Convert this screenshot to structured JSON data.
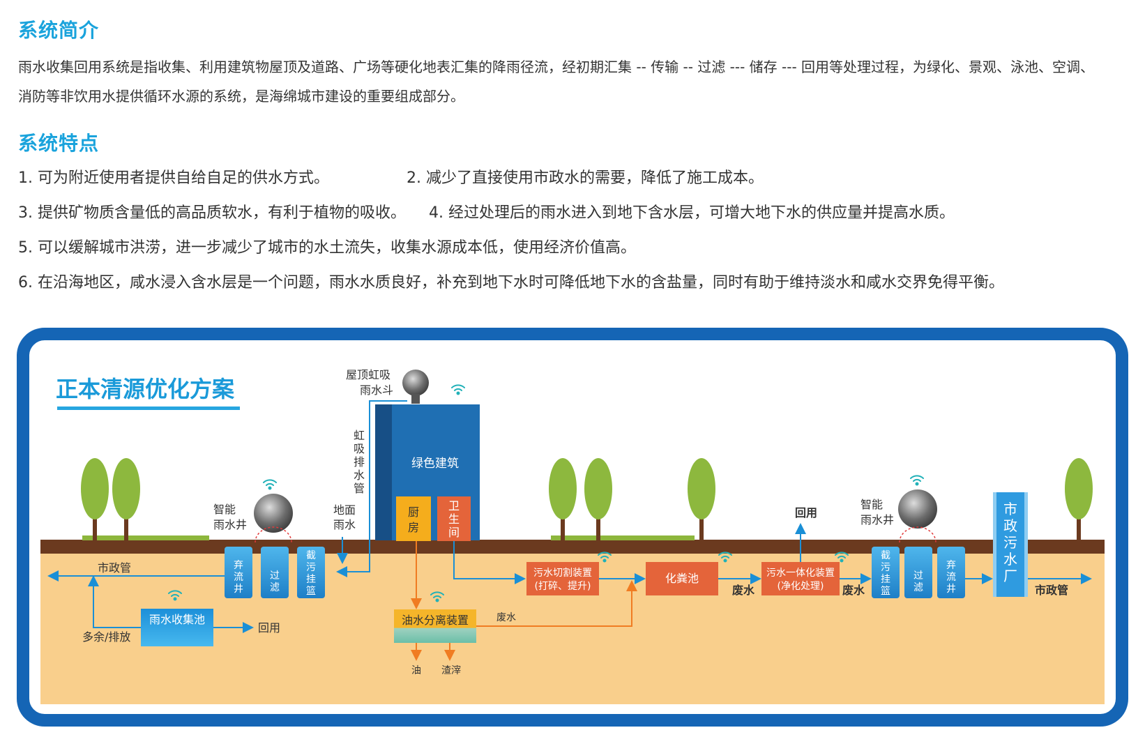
{
  "intro": {
    "heading": "系统简介",
    "line1": "雨水收集回用系统是指收集、利用建筑物屋顶及道路、广场等硬化地表汇集的降雨径流，经初期汇集 -- 传输 -- 过滤 --- 储存 --- 回用等处理过程，为绿化、景观、泳池、空调、",
    "line2": "消防等非饮用水提供循环水源的系统，是海绵城市建设的重要组成部分。"
  },
  "features": {
    "heading": "系统特点",
    "items": [
      "1. 可为附近使用者提供自给自足的供水方式。",
      "2. 减少了直接使用市政水的需要，降低了施工成本。",
      "3. 提供矿物质含量低的高品质软水，有利于植物的吸收。",
      "4. 经过处理后的雨水进入到地下含水层，可增大地下水的供应量并提高水质。",
      "5. 可以缓解城市洪涝，进一步减少了城市的水土流失，收集水源成本低，使用经济价值高。",
      "6. 在沿海地区，咸水浸入含水层是一个问题，雨水水质良好，补充到地下水时可降低地下水的含盐量，同时有助于维持淡水和咸水交界免得平衡。"
    ]
  },
  "diagram": {
    "title": "正本清源优化方案",
    "roof_siphon_1": "屋顶虹吸",
    "roof_siphon_2": "雨水斗",
    "siphon_pipe": [
      "虹",
      "吸",
      "排",
      "水",
      "管"
    ],
    "green_building": "绿色建筑",
    "kitchen": [
      "厨",
      "房"
    ],
    "toilet": [
      "卫",
      "生",
      "间"
    ],
    "smart_well_1": "智能",
    "smart_well_2": "雨水井",
    "ground_rain_1": "地面",
    "ground_rain_2": "雨水",
    "municipal_pipe": "市政管",
    "discard_well": [
      "弃",
      "流",
      "井"
    ],
    "filter": [
      "过",
      "滤"
    ],
    "intercept_basket": [
      "截",
      "污",
      "挂",
      "篮"
    ],
    "rain_pool": "雨水收集池",
    "reuse": "回用",
    "overflow": "多余/排放",
    "oil_separator": "油水分离装置",
    "waste_water": "废水",
    "oil": "油",
    "residue": "渣滓",
    "sewage_cutter_1": "污水切割装置",
    "sewage_cutter_2": "(打碎、提升)",
    "septic_tank": "化粪池",
    "sewage_integrated_1": "污水一体化装置",
    "sewage_integrated_2": "(净化处理)",
    "municipal_plant": [
      "市",
      "政",
      "污",
      "水",
      "厂"
    ],
    "colors": {
      "frame": "#1565b5",
      "soil": "#f9cf8c",
      "ground": "#6b3a1f",
      "grass": "#8db63c",
      "tree": "#8db83e",
      "blue_arrow": "#1a8fd6",
      "orange_arrow": "#f07c22",
      "orange_box": "#e4643a",
      "building": "#1f6fb3"
    }
  }
}
